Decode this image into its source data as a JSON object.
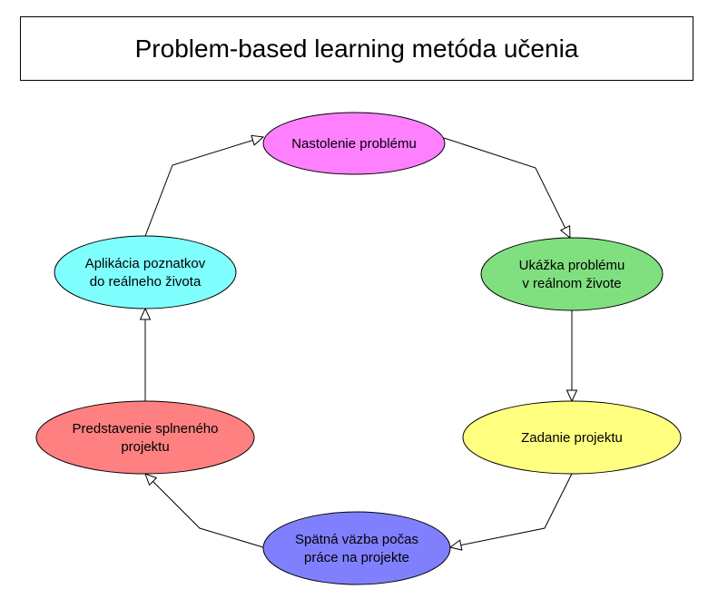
{
  "title": "Problem-based learning metóda učenia",
  "nodes": [
    {
      "id": "n1",
      "lines": [
        "Nastolenie problému"
      ],
      "color": "#ff80ff"
    },
    {
      "id": "n2",
      "lines": [
        "Ukážka problému",
        "v reálnom živote"
      ],
      "color": "#80e080"
    },
    {
      "id": "n3",
      "lines": [
        "Zadanie projektu"
      ],
      "color": "#ffff80"
    },
    {
      "id": "n4",
      "lines": [
        "Spätná väzba počas",
        "práce na projekte"
      ],
      "color": "#8080ff"
    },
    {
      "id": "n5",
      "lines": [
        "Predstavenie splneného",
        "projektu"
      ],
      "color": "#ff8080"
    },
    {
      "id": "n6",
      "lines": [
        "Aplikácia poznatkov",
        "do reálneho života"
      ],
      "color": "#80ffff"
    }
  ],
  "edges": [
    {
      "from": "n1",
      "to": "n2"
    },
    {
      "from": "n2",
      "to": "n3"
    },
    {
      "from": "n3",
      "to": "n4"
    },
    {
      "from": "n4",
      "to": "n5"
    },
    {
      "from": "n5",
      "to": "n6"
    },
    {
      "from": "n6",
      "to": "n1"
    }
  ]
}
